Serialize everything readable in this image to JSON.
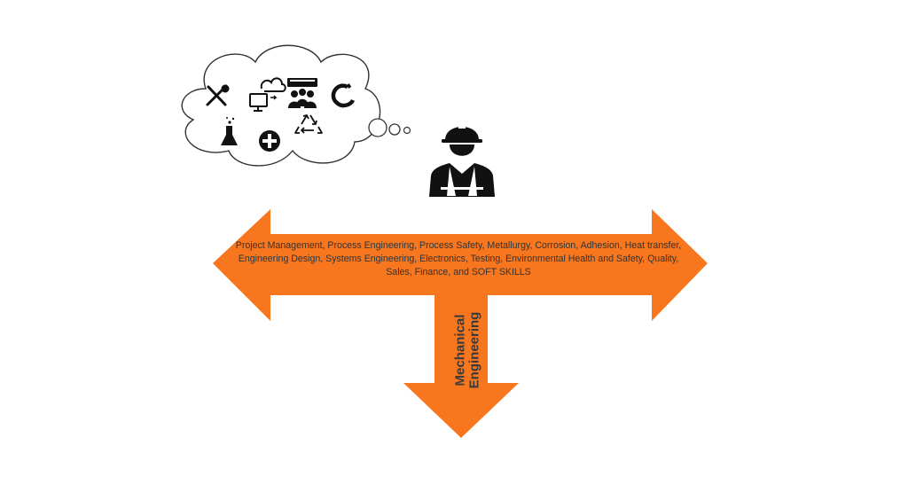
{
  "diagram": {
    "horizontal_arrow_text": "Project Management, Process Engineering, Process Safety, Metallurgy, Corrosion, Adhesion, Heat transfer, Engineering Design, Systems Engineering, Electronics, Testing, Environmental Health and Safety, Quality, Sales, Finance, and SOFT SKILLS",
    "vertical_arrow_text_line1": "Mechanical",
    "vertical_arrow_text_line2": "Engineering"
  },
  "colors": {
    "arrow": "#f7761e",
    "icon": "#111111",
    "cloud_stroke": "#333333",
    "label_text": "#333333"
  },
  "thought_icons": [
    "tools-icon",
    "cloud-computer-icon",
    "team-presentation-icon",
    "magnet-icon",
    "flask-icon",
    "medical-plus-icon",
    "recycle-icon"
  ]
}
